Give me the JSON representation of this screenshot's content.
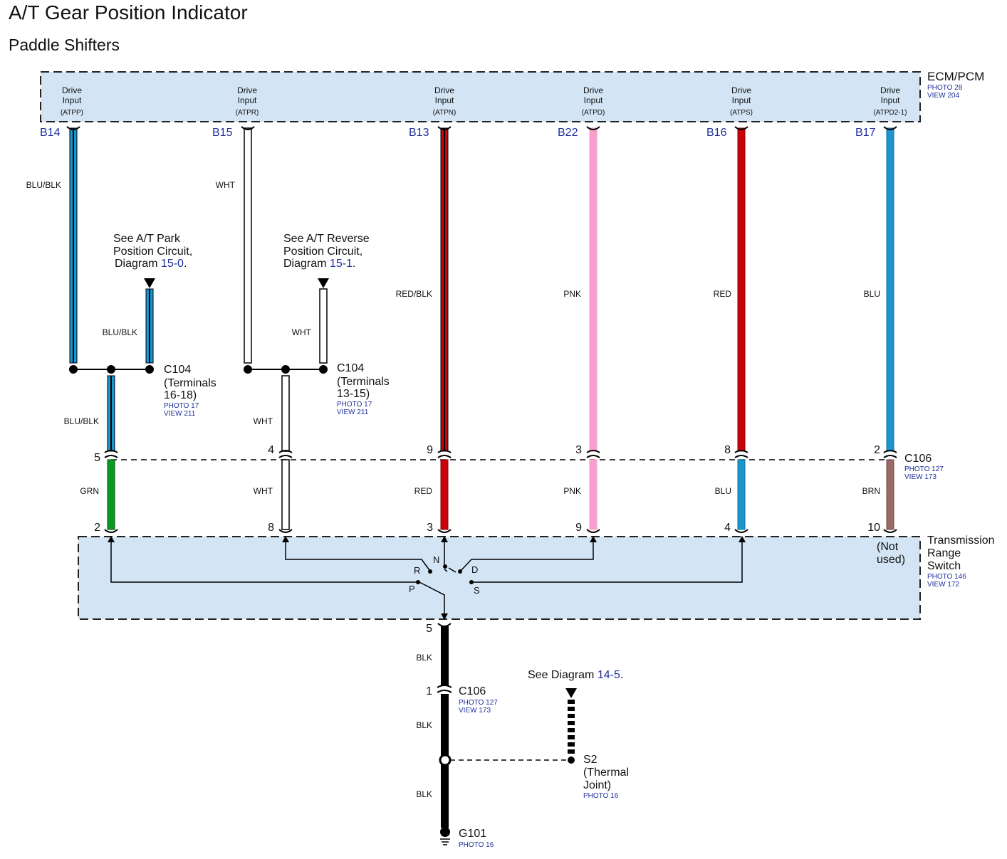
{
  "page": {
    "title": "A/T Gear Position Indicator",
    "subtitle": "Paddle Shifters"
  },
  "ecm": {
    "name": "ECM/PCM",
    "photo": "PHOTO 28",
    "view": "VIEW 204",
    "inputs": [
      {
        "l1": "Drive",
        "l2": "Input",
        "code": "(ATPP)",
        "pin": "B14"
      },
      {
        "l1": "Drive",
        "l2": "Input",
        "code": "(ATPR)",
        "pin": "B15"
      },
      {
        "l1": "Drive",
        "l2": "Input",
        "code": "(ATPN)",
        "pin": "B13"
      },
      {
        "l1": "Drive",
        "l2": "Input",
        "code": "(ATPD)",
        "pin": "B22"
      },
      {
        "l1": "Drive",
        "l2": "Input",
        "code": "(ATPS)",
        "pin": "B16"
      },
      {
        "l1": "Drive",
        "l2": "Input",
        "code": "(ATPD2-1)",
        "pin": "B17"
      }
    ]
  },
  "wires": {
    "w1": "BLU/BLK",
    "w2": "WHT",
    "w3": "RED/BLK",
    "w4": "PNK",
    "w5": "RED",
    "w6": "BLU",
    "w1b": "BLU/BLK",
    "w2b": "WHT",
    "w1c": "BLU/BLK",
    "w2c": "WHT",
    "lower": [
      "GRN",
      "WHT",
      "RED",
      "PNK",
      "BLU",
      "BRN"
    ],
    "ground1": "BLK",
    "ground2": "BLK",
    "ground3": "BLK"
  },
  "notes": {
    "park": {
      "l1": "See A/T Park",
      "l2": "Position Circuit,",
      "l3": "Diagram",
      "ref": "15-0",
      "dot": "."
    },
    "reverse": {
      "l1": "See A/T Reverse",
      "l2": "Position Circuit,",
      "l3": "Diagram",
      "ref": "15-1",
      "dot": "."
    },
    "thermal": {
      "text": "See Diagram",
      "ref": "14-5",
      "dot": "."
    }
  },
  "c104a": {
    "name": "C104",
    "l2": "(Terminals",
    "l3": "16-18)",
    "photo": "PHOTO 17",
    "view": "VIEW 211"
  },
  "c104b": {
    "name": "C104",
    "l2": "(Terminals",
    "l3": "13-15)",
    "photo": "PHOTO 17",
    "view": "VIEW 211"
  },
  "c106": {
    "name": "C106",
    "photo": "PHOTO 127",
    "view": "VIEW 173",
    "upper_pins": [
      "5",
      "4",
      "9",
      "3",
      "8",
      "2"
    ],
    "lower_pins": [
      "2",
      "8",
      "3",
      "9",
      "4",
      "10"
    ]
  },
  "trs": {
    "l1": "Transmission",
    "l2": "Range",
    "l3": "Switch",
    "photo": "PHOTO 146",
    "view": "VIEW 172",
    "not_used1": "(Not",
    "not_used2": "used)",
    "positions": [
      "N",
      "R",
      "D",
      "P",
      "S"
    ],
    "bottom_pin": "5"
  },
  "c106g": {
    "name": "C106",
    "pin": "1",
    "photo": "PHOTO 127",
    "view": "VIEW 173"
  },
  "s2": {
    "name": "S2",
    "l2": "(Thermal",
    "l3": "Joint)",
    "photo": "PHOTO 16"
  },
  "g101": {
    "name": "G101",
    "photo": "PHOTO 16"
  },
  "colors": {
    "blu": "#1b95cc",
    "red": "#c8040a",
    "pnk": "#f7a0cd",
    "grn": "#0a9a1e",
    "brn": "#9a6a66",
    "blk": "#000000",
    "box": "#d3e4f4"
  }
}
